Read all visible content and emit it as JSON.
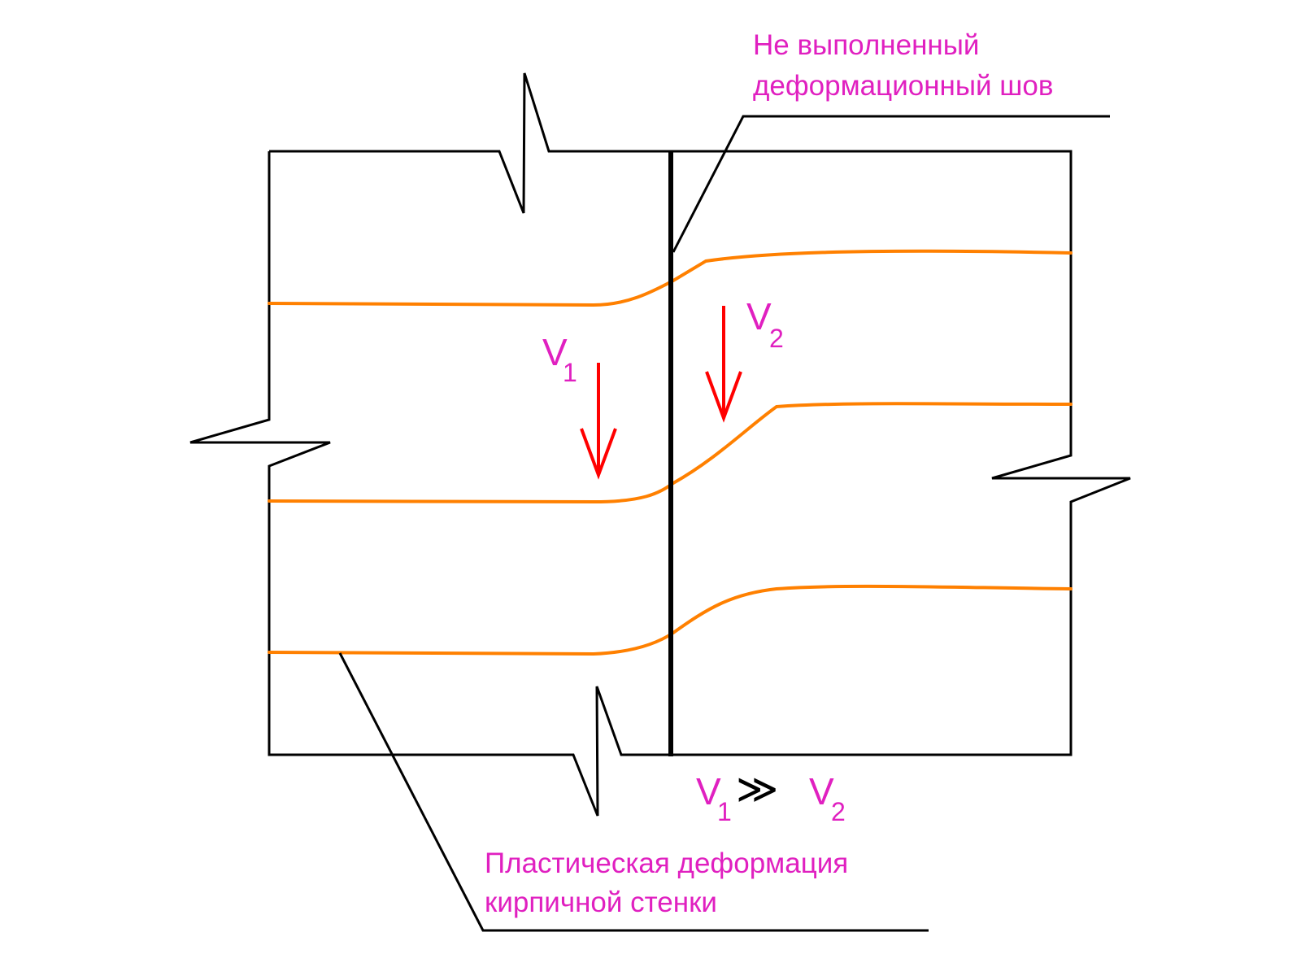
{
  "labels": {
    "seam_line1": "Не выполненный",
    "seam_line2": "деформационный шов",
    "plastic_line1": "Пластическая деформация",
    "plastic_line2": "кирпичной стенки",
    "v_letter": "V",
    "sub_1": "1",
    "sub_2": "2",
    "relation": "≫"
  },
  "colors": {
    "outline": "#000000",
    "layer_line": "#ff8000",
    "arrow": "#ff0000",
    "label": "#e020c0"
  }
}
